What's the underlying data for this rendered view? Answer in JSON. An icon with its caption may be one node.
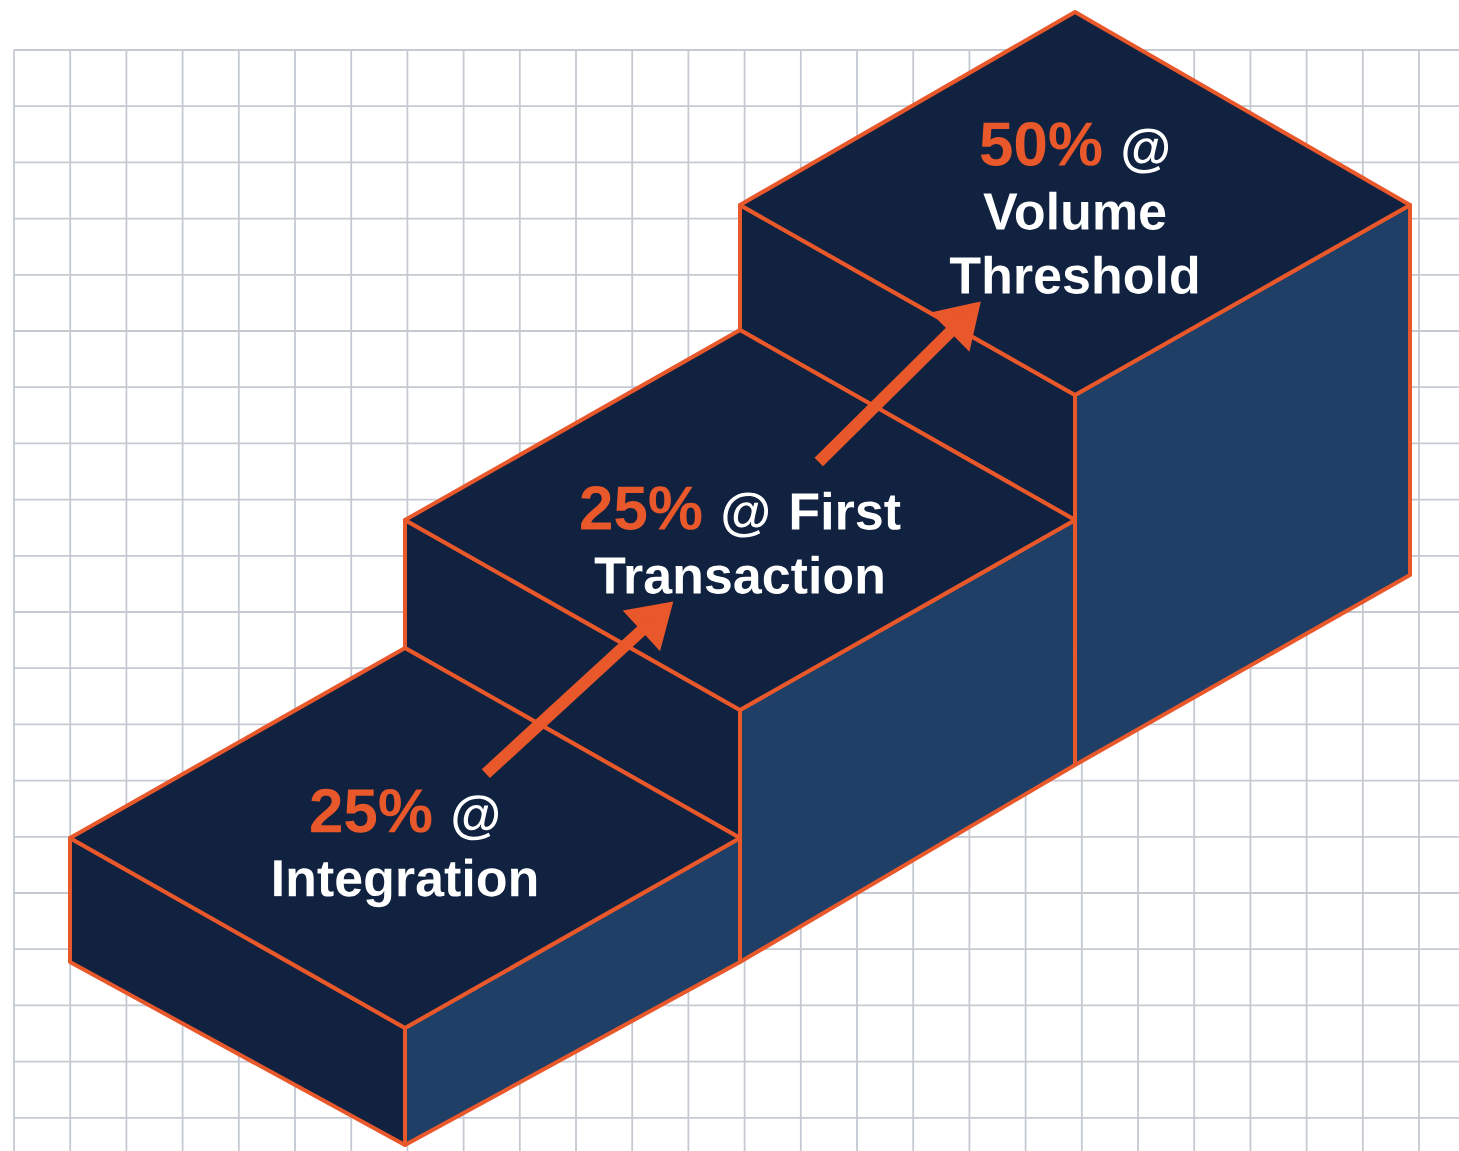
{
  "diagram": {
    "nodes": [
      {
        "text": [
          "25%",
          "@ Integration"
        ]
      },
      {
        "text": [
          "25%",
          "@ First Transaction"
        ]
      },
      {
        "text": [
          "50%",
          "@ Volume Threshold"
        ]
      }
    ],
    "edges": [
      {
        "from": 0,
        "to": 1,
        "arrow": "to"
      },
      {
        "from": 1,
        "to": 2,
        "arrow": "to"
      }
    ]
  }
}
